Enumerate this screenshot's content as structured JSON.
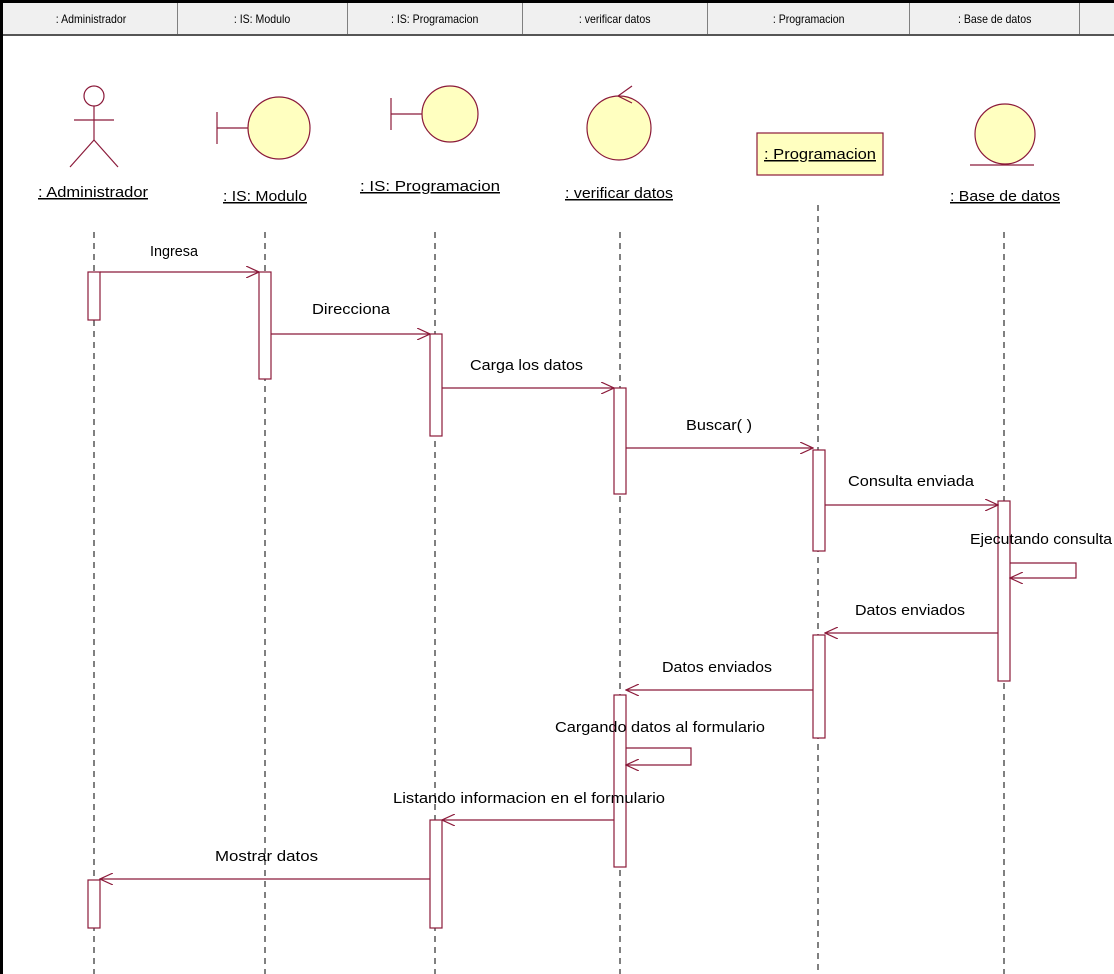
{
  "header": {
    "columns": [
      ": Administrador",
      ": IS: Modulo",
      ": IS: Programacion",
      ": verificar datos",
      ": Programacion",
      ": Base de datos",
      ""
    ]
  },
  "objects": {
    "administrador": ": Administrador",
    "modulo": ": IS: Modulo",
    "programacion_ui": ": IS: Programacion",
    "verificar": ": verificar datos",
    "programacion_entity": ": Programacion",
    "base_datos": ": Base de datos"
  },
  "messages": {
    "m1": "Ingresa",
    "m2": "Direcciona",
    "m3": "Carga los datos",
    "m4": "Buscar( )",
    "m5": "Consulta enviada",
    "m6": "Ejecutando consulta",
    "m7": "Datos enviados",
    "m8": "Datos enviados",
    "m9": "Cargando datos al formulario",
    "m10": "Listando informacion en el formulario",
    "m11": "Mostrar datos"
  },
  "colors": {
    "line": "#8b1a3a",
    "object_fill": "#ffffc0",
    "header_bg": "#f0f0f0"
  }
}
